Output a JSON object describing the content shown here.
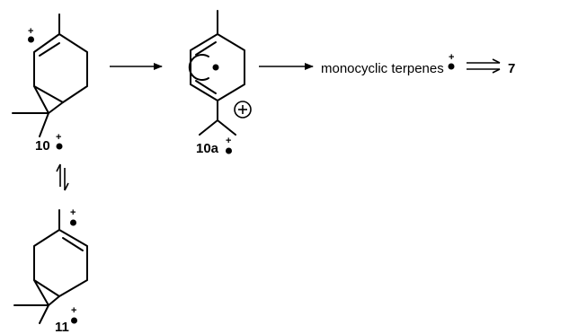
{
  "labels": {
    "compound_10": "10",
    "compound_10a": "10a",
    "compound_11": "11",
    "product_7": "7"
  },
  "text": {
    "monocyclic": "monocyclic terpenes"
  },
  "symbols": {
    "plus": "+",
    "circled_plus": "+"
  }
}
